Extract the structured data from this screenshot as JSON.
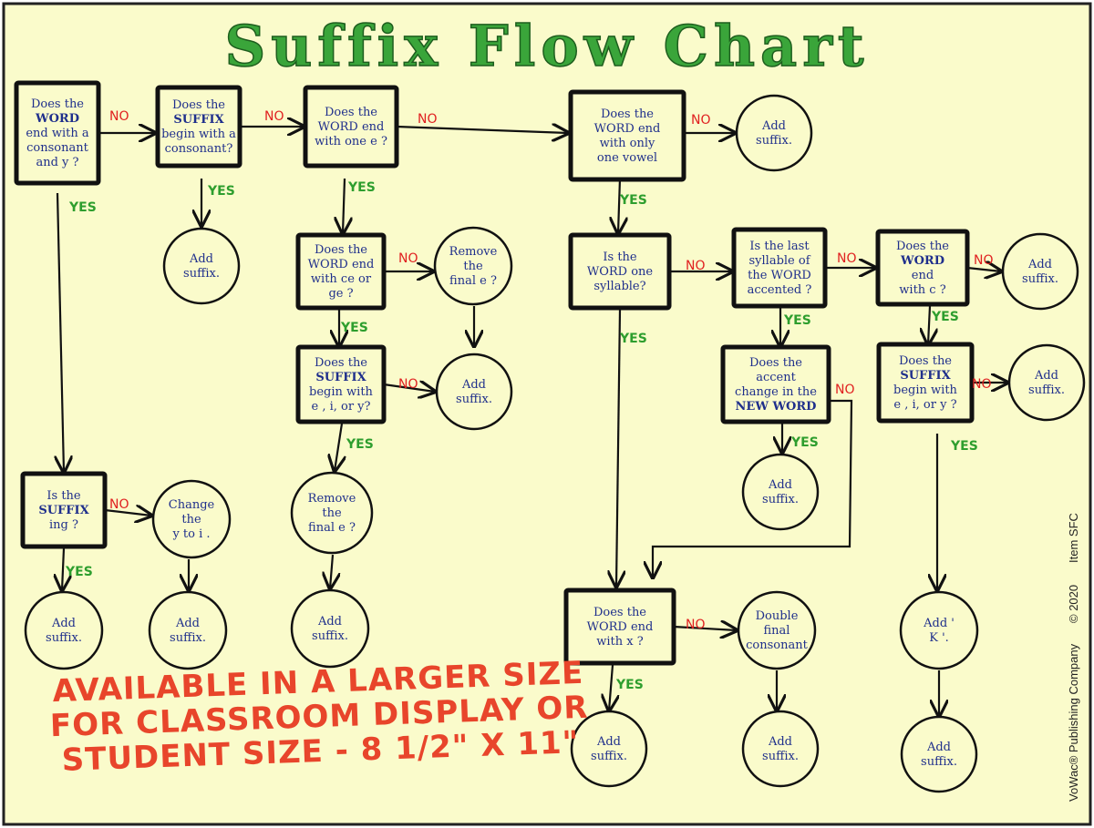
{
  "title": "Suffix Flow Chart",
  "labels": {
    "yes": "YES",
    "no": "NO"
  },
  "nodes": {
    "q_consonant_y": [
      "Does the",
      "WORD",
      "end with a",
      "consonant",
      "and y ?"
    ],
    "q_suffix_consonant": [
      "Does the",
      "SUFFIX",
      "begin with a",
      "consonant?"
    ],
    "q_one_e": [
      "Does the",
      "WORD end",
      "with one e ?"
    ],
    "q_one_vowel": [
      "Does the",
      "WORD end",
      "with only",
      "one vowel"
    ],
    "a_add_1": [
      "Add",
      "suffix."
    ],
    "a_add_2": [
      "Add",
      "suffix."
    ],
    "q_ce_ge": [
      "Does the",
      "WORD end",
      "with ce or",
      "ge ?"
    ],
    "a_remove_e_1": [
      "Remove",
      "the",
      "final e ?"
    ],
    "q_one_syllable": [
      "Is the",
      "WORD one",
      "syllable?"
    ],
    "q_last_syllable": [
      "Is the last",
      "syllable of",
      "the WORD",
      "accented ?"
    ],
    "q_end_c": [
      "Does the",
      "WORD",
      "end",
      "with c ?"
    ],
    "a_add_3": [
      "Add",
      "suffix."
    ],
    "q_suffix_eiy_1": [
      "Does the",
      "SUFFIX",
      "begin with",
      "e , i, or y?"
    ],
    "a_add_4": [
      "Add",
      "suffix."
    ],
    "q_accent_change": [
      "Does the",
      "accent",
      "change in the",
      "NEW WORD"
    ],
    "q_suffix_eiy_2": [
      "Does the",
      "SUFFIX",
      "begin with",
      "e , i, or y ?"
    ],
    "a_add_5": [
      "Add",
      "suffix."
    ],
    "a_add_6": [
      "Add",
      "suffix."
    ],
    "q_suffix_ing": [
      "Is the",
      "SUFFIX",
      "ing ?"
    ],
    "a_change_y": [
      "Change",
      "the",
      "y to i ."
    ],
    "a_remove_e_2": [
      "Remove",
      "the",
      "final e ?"
    ],
    "a_add_7": [
      "Add",
      "suffix."
    ],
    "a_add_8": [
      "Add",
      "suffix."
    ],
    "a_add_9": [
      "Add",
      "suffix."
    ],
    "q_end_x": [
      "Does the",
      "WORD end",
      "with x ?"
    ],
    "a_double": [
      "Double",
      "final",
      "consonant"
    ],
    "a_add_k": [
      "Add '",
      "K '."
    ],
    "a_add_10": [
      "Add",
      "suffix."
    ],
    "a_add_11": [
      "Add",
      "suffix."
    ],
    "a_add_12": [
      "Add",
      "suffix."
    ]
  },
  "promo": [
    "AVAILABLE IN A LARGER SIZE",
    "FOR CLASSROOM DISPLAY OR",
    "STUDENT SIZE  -  8 1/2\" X 11\""
  ],
  "footer": {
    "publisher": "VoWac® Publishing Company",
    "copyright": "© 2020",
    "item": "Item SFC"
  },
  "colors": {
    "background": "#fafbcb",
    "title": "#3aa53a",
    "node_text": "#1f2f8c",
    "no": "#e02020",
    "yes": "#2e9e2e",
    "promo": "#e8452b"
  }
}
